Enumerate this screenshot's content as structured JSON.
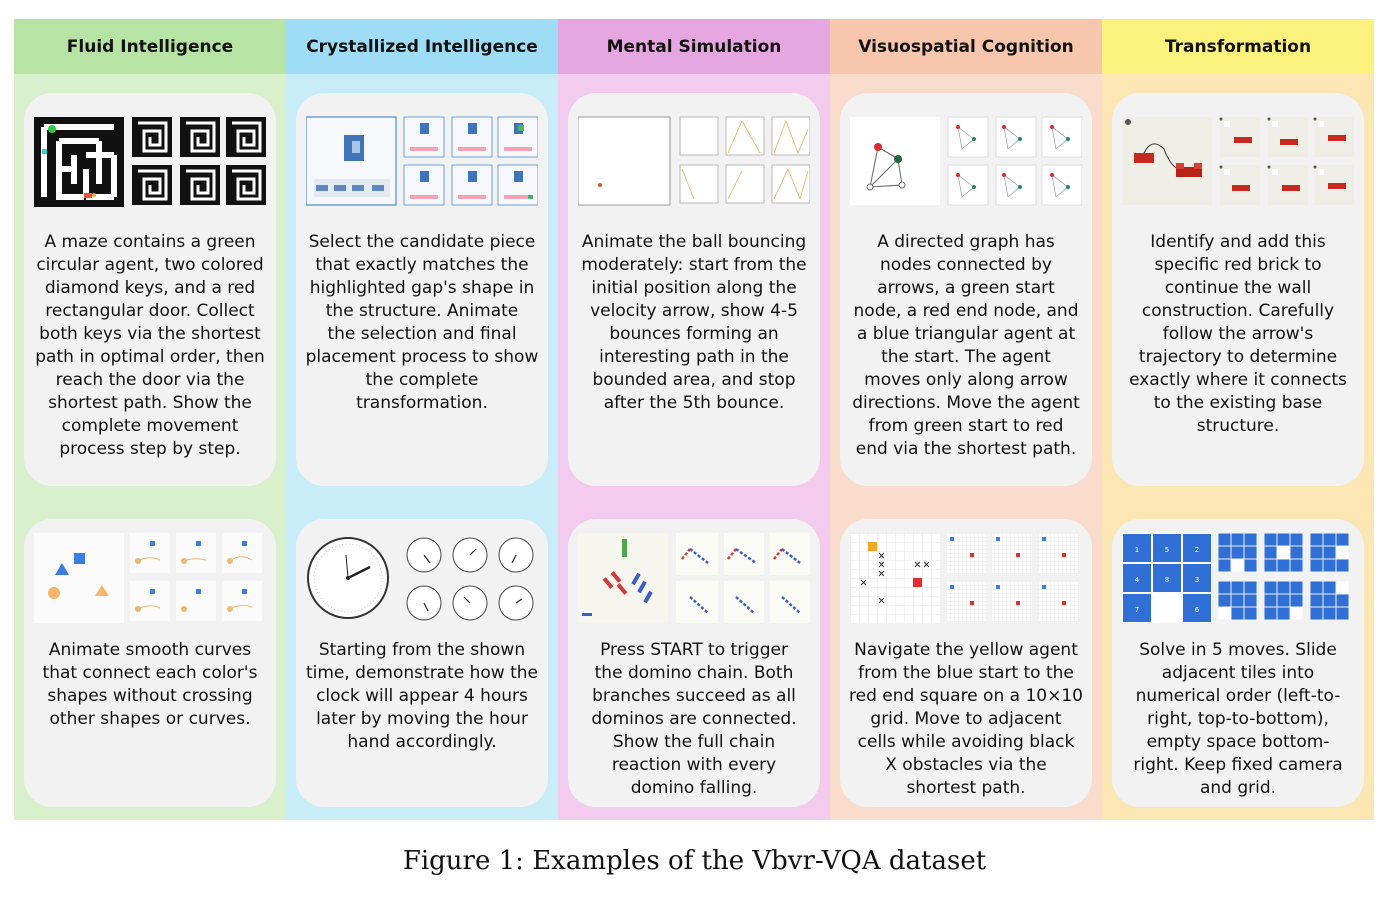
{
  "columns": [
    {
      "title": "Fluid Intelligence",
      "color": "#b7e4a4",
      "body_color": "#d8f0cc",
      "top_text": "A maze contains a green\ncircular agent, two colored\ndiamond keys, and a red\nrectangular door. Collect\nboth keys via the shortest\npath in optimal order, then\nreach the door via the\nshortest path. Show the\ncomplete movement\nprocess step by step.",
      "bottom_text": "Animate smooth curves\nthat connect each color's\nshapes without crossing\nother shapes or curves."
    },
    {
      "title": "Crystallized Intelligence",
      "color": "#9fdcf6",
      "body_color": "#c9ecf9",
      "top_text": "Select the candidate piece\nthat exactly matches the\nhighlighted gap's shape in\nthe structure. Animate\nthe selection and final\nplacement process to show\nthe complete\ntransformation.",
      "bottom_text": "Starting from the shown\ntime, demonstrate how the\nclock will appear 4 hours\nlater by moving the hour\nhand accordingly."
    },
    {
      "title": "Mental Simulation",
      "color": "#e6a6e0",
      "body_color": "#f2cbee",
      "top_text": "Animate the ball bouncing\nmoderately: start from the\ninitial position along the\nvelocity arrow, show 4-5\nbounces forming an\ninteresting path in the\nbounded area, and stop\nafter the 5th bounce.",
      "bottom_text": "Press START to trigger\nthe domino chain. Both\nbranches succeed as all\ndominos are connected.\nShow the full chain\nreaction with every\ndomino falling."
    },
    {
      "title": "Visuospatial Cognition",
      "color": "#f7c6ad",
      "body_color": "#fadccd",
      "top_text": "A directed graph has\nnodes connected by\narrows, a green start\nnode, a red end node, and\na blue triangular agent at\nthe start. The agent\nmoves only along arrow\ndirections. Move the agent\nfrom green start to red\nend via the shortest path.",
      "bottom_text": "Navigate the yellow agent\nfrom the blue start to the\nred end square on a 10×10\ngrid. Move to adjacent\ncells while avoiding black\nX obstacles via the\nshortest path."
    },
    {
      "title": "Transformation",
      "color": "#fbf27e",
      "body_color": "#fbe6b4",
      "top_text": "Identify and add this\nspecific red brick to\ncontinue the wall\nconstruction. Carefully\nfollow the arrow's\ntrajectory to determine\nexactly where it connects\nto the existing base\nstructure.",
      "bottom_text": "Solve in 5 moves. Slide\nadjacent tiles into\nnumerical order (left-to-\nright, top-to-bottom),\nempty space bottom-\nright. Keep fixed camera\nand grid."
    }
  ],
  "puzzle_tiles": [
    "1",
    "5",
    "2",
    "4",
    "8",
    "3",
    "7",
    "",
    "6"
  ],
  "caption": "Figure 1: Examples of the Vbvr-VQA dataset"
}
